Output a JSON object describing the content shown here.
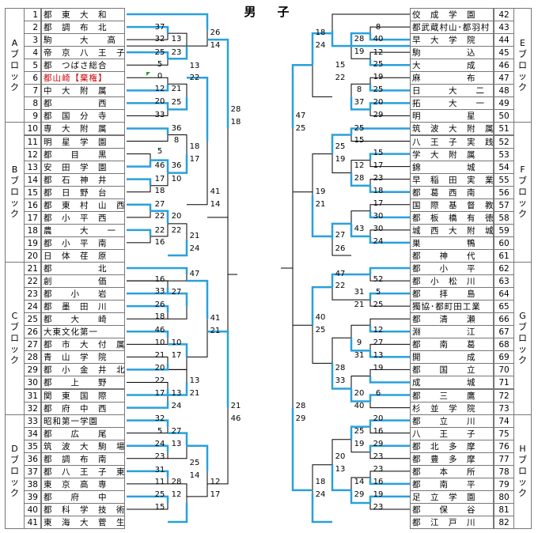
{
  "title": "男　子",
  "blocks_left": [
    {
      "label": "A\nブ\nロ\nッ\nク"
    },
    {
      "label": "B\nブ\nロ\nッ\nク"
    },
    {
      "label": "C\nブ\nロ\nッ\nク"
    },
    {
      "label": "D\nブ\nロ\nッ\nク"
    }
  ],
  "blocks_right": [
    {
      "label": "E\nブ\nロ\nッ\nク"
    },
    {
      "label": "F\nブ\nロ\nッ\nク"
    },
    {
      "label": "G\nブ\nロ\nッ\nク"
    },
    {
      "label": "H\nブ\nロ\nッ\nク"
    }
  ],
  "left_teams": [
    {
      "n": "1",
      "name": "都　東　大　和"
    },
    {
      "n": "2",
      "name": "都　調　布　北"
    },
    {
      "n": "3",
      "name": "駒　　　大　　高"
    },
    {
      "n": "4",
      "name": "帝　京　八　王　子"
    },
    {
      "n": "5",
      "name": "都　つばさ総合"
    },
    {
      "n": "6",
      "name": "都山崎【棄権】",
      "red": true
    },
    {
      "n": "7",
      "name": "中　大　附　属"
    },
    {
      "n": "8",
      "name": "都　　　　　西"
    },
    {
      "n": "9",
      "name": "都　国　分　寺"
    },
    {
      "n": "10",
      "name": "専　大　附　属"
    },
    {
      "n": "11",
      "name": "明　星　学　園"
    },
    {
      "n": "12",
      "name": "都　　目　　黒"
    },
    {
      "n": "13",
      "name": "安　田　学　園"
    },
    {
      "n": "14",
      "name": "都　石　神　井"
    },
    {
      "n": "15",
      "name": "都　日　野　台"
    },
    {
      "n": "16",
      "name": "都　東　村　山　西"
    },
    {
      "n": "17",
      "name": "都　小　平　西"
    },
    {
      "n": "18",
      "name": "農　　　大　　一"
    },
    {
      "n": "19",
      "name": "都　小　平　南"
    },
    {
      "n": "20",
      "name": "日　体　荏　原"
    },
    {
      "n": "21",
      "name": "都　　　　　北"
    },
    {
      "n": "22",
      "name": "創　　　　　価"
    },
    {
      "n": "23",
      "name": "都　　小　　岩"
    },
    {
      "n": "24",
      "name": "都　墨　田　川"
    },
    {
      "n": "25",
      "name": "都　　大　　崎"
    },
    {
      "n": "26",
      "name": "大東文化第一"
    },
    {
      "n": "27",
      "name": "都　市　大　付　属"
    },
    {
      "n": "28",
      "name": "青　山　学　院"
    },
    {
      "n": "29",
      "name": "都　小　金　井　北"
    },
    {
      "n": "30",
      "name": "都　　上　　野"
    },
    {
      "n": "31",
      "name": "関　東　国　際"
    },
    {
      "n": "32",
      "name": "都　府　中　西"
    },
    {
      "n": "33",
      "name": "昭和第一学園"
    },
    {
      "n": "34",
      "name": "都　　広　　尾"
    },
    {
      "n": "35",
      "name": "筑　波　大　駒　場"
    },
    {
      "n": "36",
      "name": "都　調　布　南"
    },
    {
      "n": "37",
      "name": "都　八　王　子　東"
    },
    {
      "n": "38",
      "name": "東　京　高　専"
    },
    {
      "n": "39",
      "name": "都　　府　　中"
    },
    {
      "n": "40",
      "name": "都　科　学　技　術"
    },
    {
      "n": "41",
      "name": "東　海　大　菅　生"
    }
  ],
  "right_teams": [
    {
      "n": "42",
      "name": "佼　成　学　園"
    },
    {
      "n": "43",
      "name": "都武蔵村山･都羽村"
    },
    {
      "n": "44",
      "name": "早　大　学　院"
    },
    {
      "n": "45",
      "name": "駒　　　　　込"
    },
    {
      "n": "46",
      "name": "大　　　　　成"
    },
    {
      "n": "47",
      "name": "麻　　　　　布"
    },
    {
      "n": "48",
      "name": "日　　　大　　二"
    },
    {
      "n": "49",
      "name": "拓　　　大　　一"
    },
    {
      "n": "50",
      "name": "明　　　　　星"
    },
    {
      "n": "51",
      "name": "筑　波　大　附　属"
    },
    {
      "n": "52",
      "name": "八　王　子　実　践"
    },
    {
      "n": "53",
      "name": "学　大　附　属"
    },
    {
      "n": "54",
      "name": "錦　　　　　城"
    },
    {
      "n": "55",
      "name": "早　稲　田　実　業"
    },
    {
      "n": "56",
      "name": "都　葛　西　南"
    },
    {
      "n": "57",
      "name": "国　際　基　督　教"
    },
    {
      "n": "58",
      "name": "都　板　橋　有　徳"
    },
    {
      "n": "59",
      "name": "城　西　大　附　城　西"
    },
    {
      "n": "60",
      "name": "巣　　　　　鴨"
    },
    {
      "n": "61",
      "name": "都　　神　　代"
    },
    {
      "n": "62",
      "name": "都　　小　　平"
    },
    {
      "n": "63",
      "name": "都　小　松　川"
    },
    {
      "n": "64",
      "name": "都　　拝　　島"
    },
    {
      "n": "65",
      "name": "獨協･都町田工業"
    },
    {
      "n": "66",
      "name": "都　　清　　瀬"
    },
    {
      "n": "67",
      "name": "淵　　　　　江"
    },
    {
      "n": "68",
      "name": "都　　南　　葛"
    },
    {
      "n": "69",
      "name": "開　　　　　成"
    },
    {
      "n": "70",
      "name": "都　　国　　立"
    },
    {
      "n": "71",
      "name": "成　　　　　城"
    },
    {
      "n": "72",
      "name": "都　　三　　鷹"
    },
    {
      "n": "73",
      "name": "杉　並　学　院"
    },
    {
      "n": "74",
      "name": "都　　立　　川"
    },
    {
      "n": "75",
      "name": "八　　王　　子"
    },
    {
      "n": "76",
      "name": "都　北　多　摩"
    },
    {
      "n": "77",
      "name": "都　豊　多　摩"
    },
    {
      "n": "78",
      "name": "都　　本　　所"
    },
    {
      "n": "79",
      "name": "都　　南　　平"
    },
    {
      "n": "80",
      "name": "足　立　学　園"
    },
    {
      "n": "81",
      "name": "都　　保　　谷"
    },
    {
      "n": "82",
      "name": "都　江　戸　川"
    }
  ],
  "scores": {
    "a1": "37",
    "a2": "32",
    "a3": "25",
    "a4": "5",
    "a5": "0",
    "a6": "12",
    "a7": "20",
    "a8": "33",
    "a9": "13",
    "a10": "23",
    "a11": "13",
    "a12": "22",
    "a13": "21",
    "a14": "25",
    "a15": "26",
    "a16": "14",
    "b1": "36",
    "b2": "8",
    "b3": "5",
    "b4": "46",
    "b5": "36",
    "b6": "17",
    "b7": "18",
    "b8": "10",
    "b9": "27",
    "b10": "22",
    "b11": "20",
    "b12": "22",
    "b13": "16",
    "b14": "22",
    "b15": "18",
    "b16": "17",
    "b17": "41",
    "b18": "14",
    "b19": "21",
    "b20": "24",
    "ab1": "28",
    "ab2": "18",
    "c1": "47",
    "c2": "16",
    "c3": "33",
    "c4": "27",
    "c5": "26",
    "c6": "18",
    "c7": "41",
    "c8": "21",
    "c9": "46",
    "c10": "10",
    "c11": "10",
    "c12": "21",
    "c13": "17",
    "c14": "20",
    "c15": "13",
    "c16": "22",
    "c17": "17",
    "c18": "13",
    "c19": "21",
    "c20": "24",
    "d1": "32",
    "d2": "5",
    "d3": "27",
    "d4": "24",
    "d5": "13",
    "d6": "23",
    "d7": "31",
    "d8": "11",
    "d9": "28",
    "d10": "25",
    "d11": "14",
    "d12": "25",
    "d13": "12",
    "d14": "15",
    "d15": "12",
    "d16": "17",
    "cd1": "21",
    "cd2": "46",
    "e1": "8",
    "e2": "40",
    "e3": "28",
    "e4": "19",
    "e5": "12",
    "e6": "25",
    "e7": "18",
    "e8": "24",
    "e9": "15",
    "e10": "22",
    "e11": "19",
    "e12": "25",
    "e13": "8",
    "e14": "37",
    "e15": "20",
    "e16": "29",
    "ef1": "47",
    "ef2": "25",
    "f1": "25",
    "f2": "15",
    "f3": "25",
    "f4": "19",
    "f5": "15",
    "f6": "12",
    "f7": "17",
    "f8": "28",
    "f9": "23",
    "f10": "18",
    "f11": "17",
    "f12": "30",
    "f13": "27",
    "f14": "43",
    "f15": "30",
    "f16": "24",
    "f17": "26",
    "f18": "19",
    "f19": "21",
    "g1": "47",
    "g2": "52",
    "g3": "22",
    "g4": "5",
    "g5": "31",
    "g6": "21",
    "g7": "25",
    "g8": "12",
    "g9": "27",
    "g10": "9",
    "g11": "31",
    "g12": "13",
    "g13": "19",
    "g14": "28",
    "g15": "33",
    "g16": "20",
    "g17": "6",
    "g18": "40",
    "g19": "40",
    "g20": "25",
    "h1": "20",
    "h2": "25",
    "h3": "16",
    "h4": "19",
    "h5": "29",
    "h6": "23",
    "h7": "20",
    "h8": "13",
    "h9": "14",
    "h10": "23",
    "h11": "16",
    "h12": "29",
    "h13": "19",
    "h14": "23",
    "h15": "18",
    "h16": "24",
    "gh1": "28",
    "gh2": "29"
  },
  "line_color": "#2aa0dc",
  "default_mark_color": "#2a9a2a"
}
